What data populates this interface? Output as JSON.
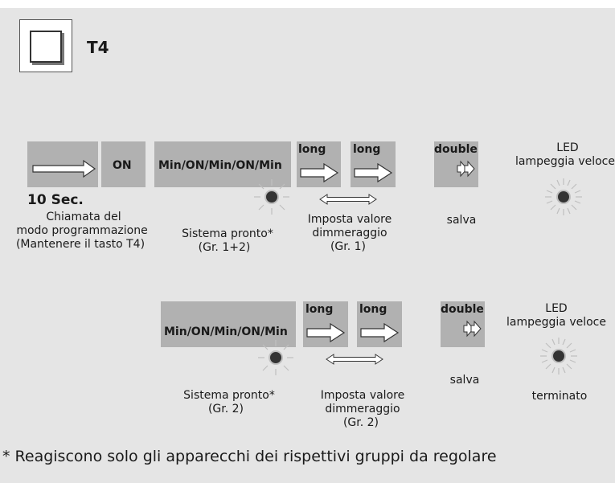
{
  "header": {
    "title": "T4"
  },
  "sequence_1": {
    "hold_duration": "10 Sec.",
    "on_label": "ON",
    "blink_pattern": "Min/ON/Min/ON/Min",
    "long_label": "long",
    "double_label": "double",
    "led_title_line1": "LED",
    "led_title_line2": "lampeggia veloce",
    "call_line1": "Chiamata del",
    "call_line2": "modo programmazione",
    "call_line3": "(Mantenere il tasto T4)",
    "ready_line1": "Sistema pronto*",
    "ready_line2": "(Gr. 1+2)",
    "set_line1": "Imposta valore",
    "set_line2": "dimmeraggio",
    "set_line3": "(Gr. 1)",
    "save_label": "salva"
  },
  "sequence_2": {
    "blink_pattern": "Min/ON/Min/ON/Min",
    "long_label": "long",
    "double_label": "double",
    "led_title_line1": "LED",
    "led_title_line2": "lampeggia veloce",
    "ready_line1": "Sistema pronto*",
    "ready_line2": "(Gr. 2)",
    "set_line1": "Imposta valore",
    "set_line2": "dimmeraggio",
    "set_line3": "(Gr. 2)",
    "save_label": "salva",
    "done_label": "terminato"
  },
  "footnote": "* Reagiscono solo gli apparecchi dei rispettivi gruppi da regolare"
}
